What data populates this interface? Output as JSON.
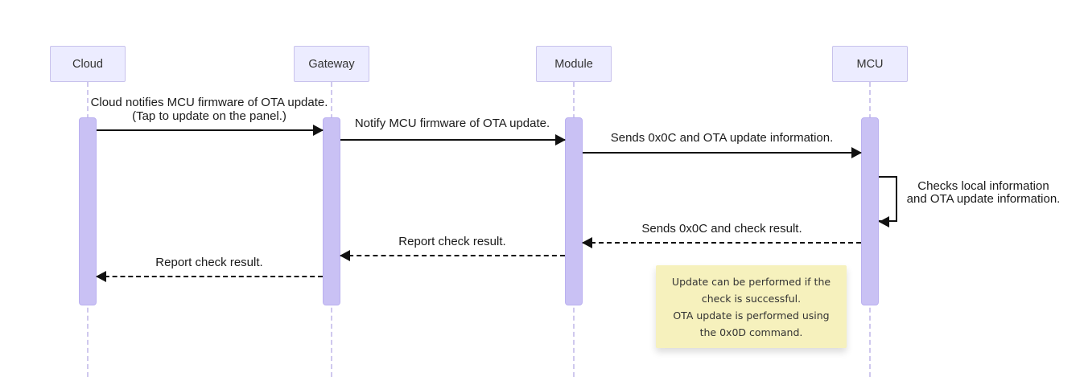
{
  "diagram": {
    "type": "sequence-diagram",
    "actors": [
      {
        "label": "Cloud"
      },
      {
        "label": "Gateway"
      },
      {
        "label": "Module"
      },
      {
        "label": "MCU"
      }
    ],
    "messages": [
      {
        "from": "Cloud",
        "to": "Gateway",
        "style": "solid",
        "lines": [
          "Cloud notifies MCU firmware of OTA update.",
          "(Tap to update on the panel.)"
        ]
      },
      {
        "from": "Gateway",
        "to": "Module",
        "style": "solid",
        "lines": [
          "Notify MCU firmware of OTA update."
        ]
      },
      {
        "from": "Module",
        "to": "MCU",
        "style": "solid",
        "lines": [
          "Sends 0x0C and OTA update information."
        ]
      },
      {
        "from": "MCU",
        "to": "MCU",
        "style": "self-loop",
        "lines": [
          "Checks local information",
          "and OTA update information."
        ]
      },
      {
        "from": "MCU",
        "to": "Module",
        "style": "dashed",
        "lines": [
          "Sends 0x0C and check result."
        ]
      },
      {
        "from": "Module",
        "to": "Gateway",
        "style": "dashed",
        "lines": [
          "Report check result."
        ]
      },
      {
        "from": "Gateway",
        "to": "Cloud",
        "style": "dashed",
        "lines": [
          "Report check result."
        ]
      }
    ],
    "note": {
      "attached_to": "Module-MCU",
      "lines": [
        "Update can be performed if the",
        "check is successful.",
        "OTA update is performed using",
        "the 0x0D command."
      ]
    },
    "colors": {
      "actor_fill": "#ECECFF",
      "actor_border": "#c8c2ec",
      "activation_fill": "#c9c1f4",
      "lifeline": "#cfc8ee",
      "arrow": "#111111",
      "note_fill": "#f6f1bd",
      "text": "#333333"
    }
  }
}
